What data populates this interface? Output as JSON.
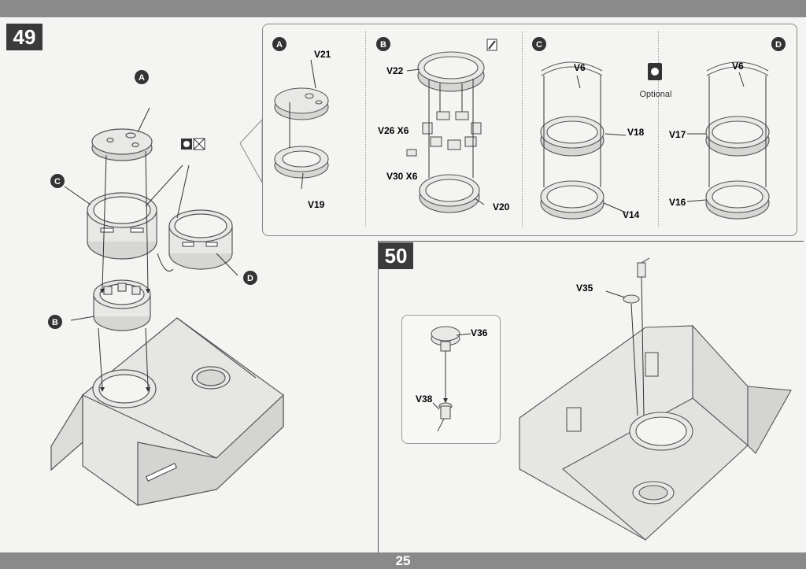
{
  "steps": {
    "s49": "49",
    "s50": "50"
  },
  "page_number": "25",
  "markers": {
    "a": "A",
    "b": "B",
    "c": "C",
    "d": "D"
  },
  "detail_labels": {
    "a_v21": "V21",
    "a_v19": "V19",
    "b_v22": "V22",
    "b_v26": "V26 X6",
    "b_v30": "V30 X6",
    "b_v20": "V20",
    "c_v6": "V6",
    "c_v18": "V18",
    "c_v14": "V14",
    "d_v6": "V6",
    "d_v17": "V17",
    "d_v16": "V16",
    "optional": "Optional"
  },
  "step50_labels": {
    "v35": "V35",
    "v36": "V36",
    "v38": "V38"
  },
  "icons": [
    "optional-icon",
    "not-included-icon",
    "glue-icon"
  ]
}
